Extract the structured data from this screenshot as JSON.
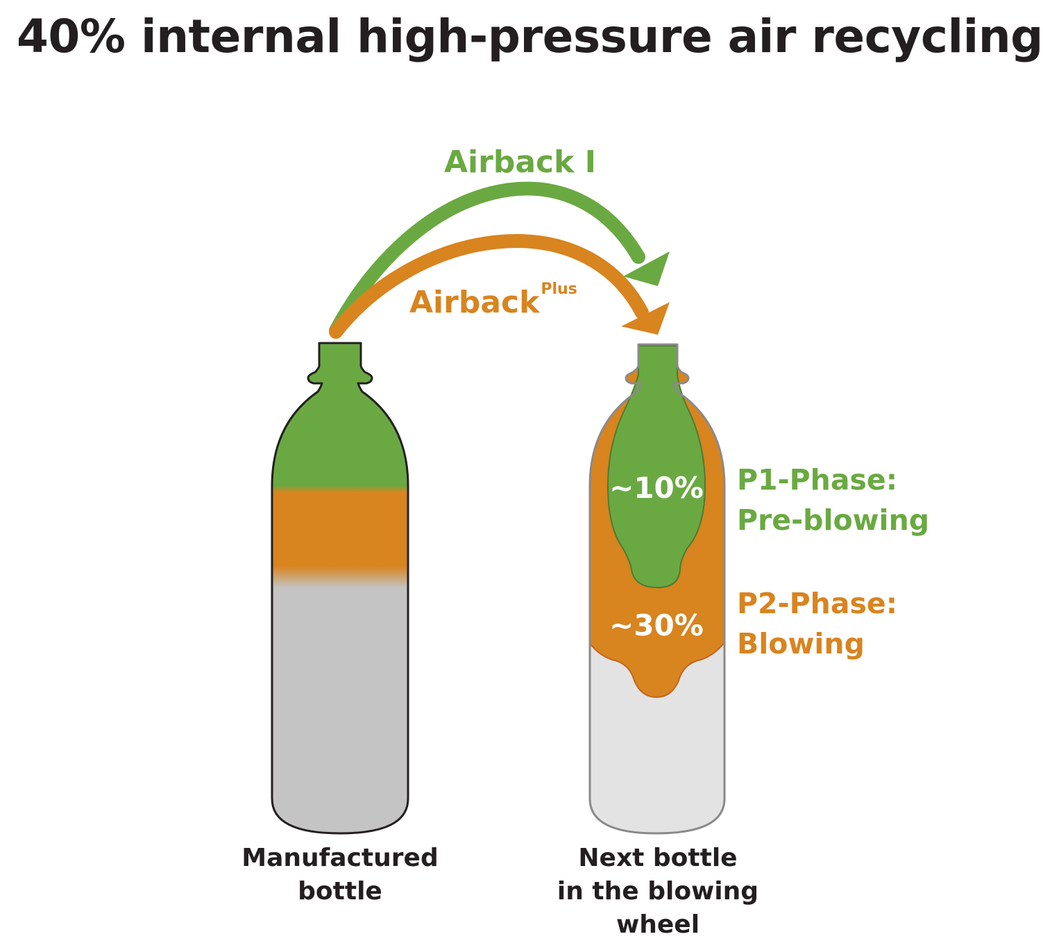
{
  "title": "40% internal high-pressure air recycling",
  "arrows": {
    "airback1": {
      "label": "Airback I"
    },
    "airbackplus": {
      "label": "Airback",
      "superscript": "Plus"
    }
  },
  "next_bottle": {
    "p1_share": "~10%",
    "p2_share": "~30%"
  },
  "phases": {
    "p1": {
      "line1": "P1-Phase:",
      "line2": "Pre-blowing"
    },
    "p2": {
      "line1": "P2-Phase:",
      "line2": "Blowing"
    }
  },
  "captions": {
    "manufactured": {
      "line1": "Manufactured",
      "line2": "bottle"
    },
    "next": {
      "line1": "Next bottle",
      "line2": "in the blowing",
      "line3": "wheel"
    }
  },
  "colors": {
    "green": "#6aa942",
    "orange": "#d8841f",
    "gray_fill": "#c4c4c4",
    "light_gray_fill": "#e3e3e3",
    "outline_dark": "#231f20",
    "outline_gray": "#8a8a8a",
    "text": "#231f20"
  }
}
